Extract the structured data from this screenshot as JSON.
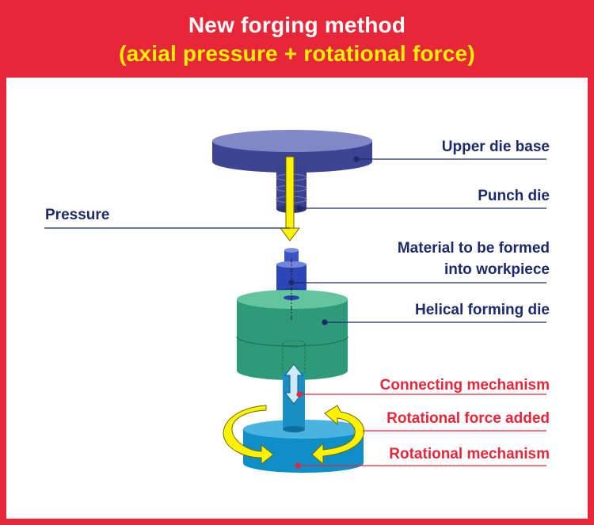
{
  "title": {
    "line1": "New forging method",
    "line2": "(axial pressure + rotational force)"
  },
  "labels": {
    "upper_die_base": "Upper die base",
    "punch_die": "Punch die",
    "pressure": "Pressure",
    "material_line1": "Material to be formed",
    "material_line2": "into workpiece",
    "helical_forming_die": "Helical forming die",
    "connecting_mechanism": "Connecting mechanism",
    "rotational_force_added": "Rotational force added",
    "rotational_mechanism": "Rotational mechanism"
  },
  "colors": {
    "frame": "#e8263a",
    "title_white": "#ffffff",
    "title_yellow": "#fff200",
    "navy_label": "#1c2a6b",
    "red_label": "#e8263a",
    "upper_die": "#4a4f9a",
    "punch_die": "#3d4494",
    "material": "#2c46b8",
    "helical_die": "#2f9a78",
    "connector": "#1a8fc4",
    "rotational_base": "#1597cf",
    "arrow_yellow": "#fff200"
  }
}
